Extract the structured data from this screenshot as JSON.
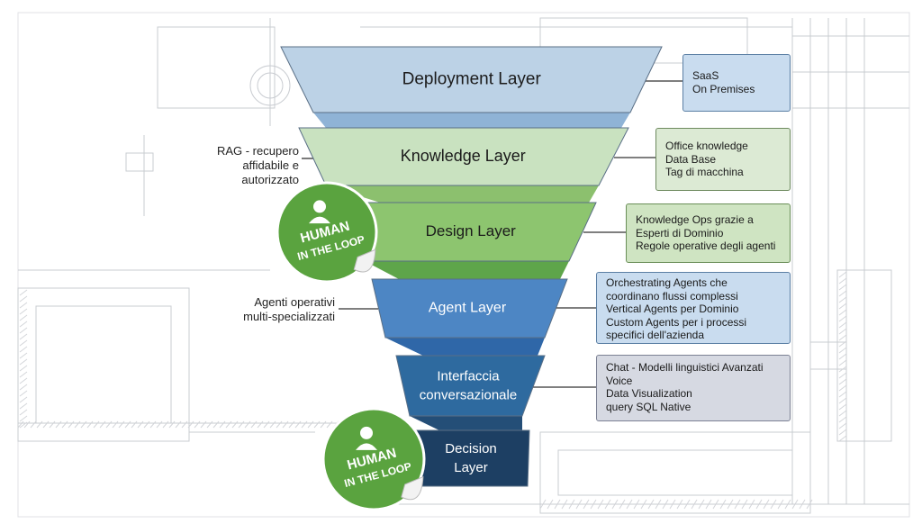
{
  "layers": [
    {
      "label": "Deployment Layer",
      "color": "#bcd2e6",
      "band": "#8fb3d6",
      "text_color": "#1b1b1b"
    },
    {
      "label": "Knowledge Layer",
      "color": "#c9e2c0",
      "band": "#8cc06e",
      "text_color": "#1b1b1b"
    },
    {
      "label": "Design Layer",
      "color": "#8dc56f",
      "band": "#5ea54a",
      "text_color": "#1b1b1b"
    },
    {
      "label": "Agent Layer",
      "color": "#4d86c4",
      "band": "#2f67a8",
      "text_color": "#ffffff"
    },
    {
      "label": "Interfaccia",
      "label2": "conversazionale",
      "color": "#2e6a9f",
      "band": "#244e77",
      "text_color": "#ffffff"
    },
    {
      "label": "Decision",
      "label2": "Layer",
      "color": "#1d3f63",
      "band": "#1d3f63",
      "text_color": "#ffffff"
    }
  ],
  "boxes": [
    {
      "lines": [
        "SaaS",
        "On Premises"
      ],
      "bg": "#c9dcef",
      "border": "#5b7fa4"
    },
    {
      "lines": [
        "Office knowledge",
        "Data Base",
        "Tag di macchina"
      ],
      "bg": "#dcead4",
      "border": "#6d8a5e"
    },
    {
      "lines": [
        "Knowledge Ops grazie a",
        "Esperti di Dominio",
        "Regole operative degli agenti"
      ],
      "bg": "#cfe4c2",
      "border": "#6a8e58"
    },
    {
      "lines": [
        "Orchestrating Agents che",
        "coordinano flussi complessi",
        "Vertical Agents per Dominio",
        "Custom Agents per i processi",
        "specifici dell'azienda"
      ],
      "bg": "#c9dcef",
      "border": "#5b7fa4"
    },
    {
      "lines": [
        "Chat - Modelli linguistici Avanzati",
        "Voice",
        "Data Visualization",
        "query SQL Native"
      ],
      "bg": "#d6d9e2",
      "border": "#7c8194"
    }
  ],
  "side_labels": [
    {
      "lines": [
        "RAG - recupero",
        "affidabile e",
        "autorizzato"
      ]
    },
    {
      "lines": [
        "Agenti operativi",
        "multi-specializzati"
      ]
    }
  ],
  "badges": [
    {
      "line1": "HUMAN",
      "line2": "IN THE LOOP",
      "color": "#5aa33f",
      "icon": "person-icon"
    },
    {
      "line1": "HUMAN",
      "line2": "IN THE LOOP",
      "color": "#5aa33f",
      "icon": "person-icon"
    }
  ]
}
